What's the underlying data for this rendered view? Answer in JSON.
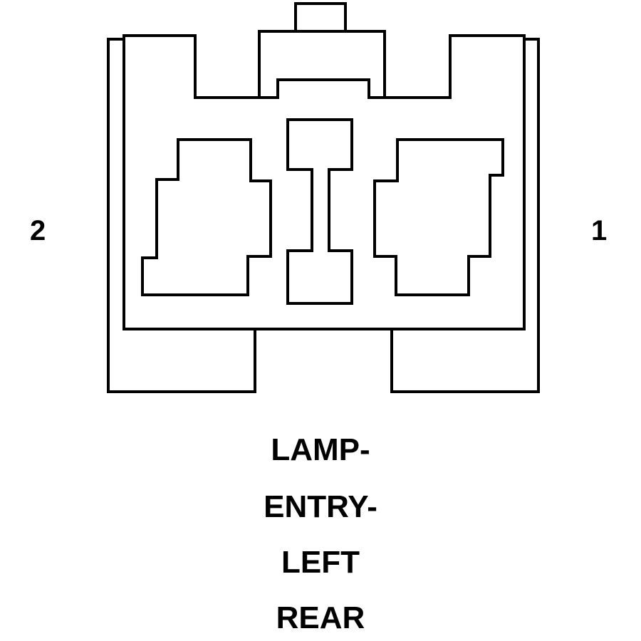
{
  "pins": {
    "left": "2",
    "right": "1"
  },
  "caption": {
    "lines": [
      "LAMP-",
      "ENTRY-",
      "LEFT",
      "REAR"
    ]
  },
  "colors": {
    "stroke": "#000000",
    "background": "#ffffff"
  }
}
